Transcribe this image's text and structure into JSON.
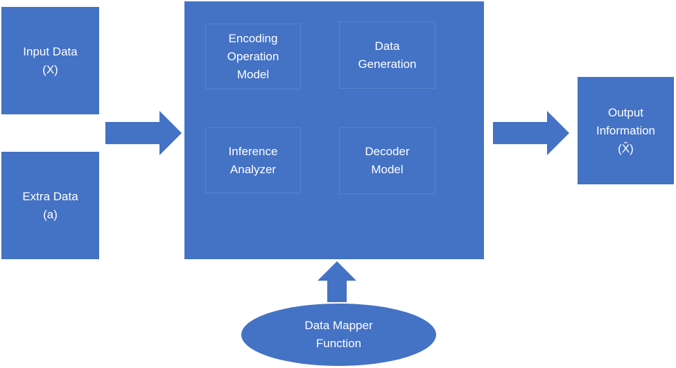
{
  "inputs": {
    "input_data": "Input Data\n(X)",
    "extra_data": "Extra Data\n(a)"
  },
  "system": {
    "encoding": "Encoding\nOperation\nModel",
    "generation": "Data\nGeneration",
    "inference": "Inference\nAnalyzer",
    "decoder": "Decoder\nModel"
  },
  "output": {
    "label": "Output\nInformation\n(X̂)"
  },
  "mapper": {
    "label": "Data Mapper\nFunction"
  },
  "colors": {
    "block": "#4472c4",
    "inner_border": "#5a83cc",
    "text": "#ffffff",
    "background": "#ffffff"
  }
}
